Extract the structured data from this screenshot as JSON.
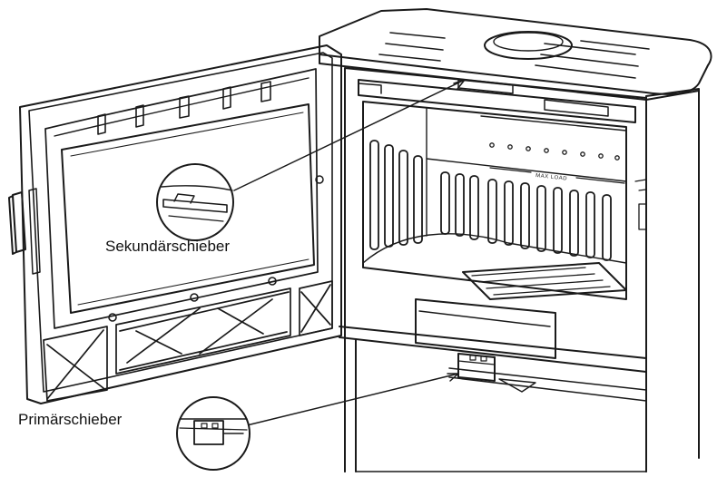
{
  "labels": {
    "secondary_damper": "Sekundärschieber",
    "primary_damper": "Primärschieber"
  },
  "firebox_marking": "MAX LOAD",
  "colors": {
    "line": "#1a1a1a",
    "background": "#ffffff",
    "glass": "#ffffff"
  }
}
